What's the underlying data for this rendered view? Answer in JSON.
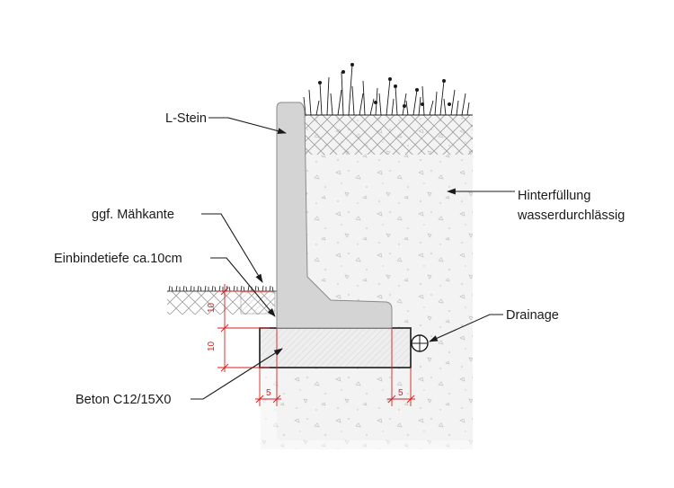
{
  "labels": {
    "l_stein": "L-Stein",
    "maehkante": "ggf. Mähkante",
    "einbindetiefe": "Einbindetiefe ca.10cm",
    "hinterfuellung_1": "Hinterfüllung",
    "hinterfuellung_2": "wasserdurchlässig",
    "drainage": "Drainage",
    "beton": "Beton C12/15X0"
  },
  "dimensions": {
    "upper_height": "10",
    "foundation_height": "10",
    "left_offset": "5",
    "right_offset": "5"
  },
  "colors": {
    "stone": "#d4d4d4",
    "concrete": "#eeeeee",
    "backfill": "#f2f2f2",
    "dimension": "#d41e1e",
    "line": "#1a1a1a"
  }
}
